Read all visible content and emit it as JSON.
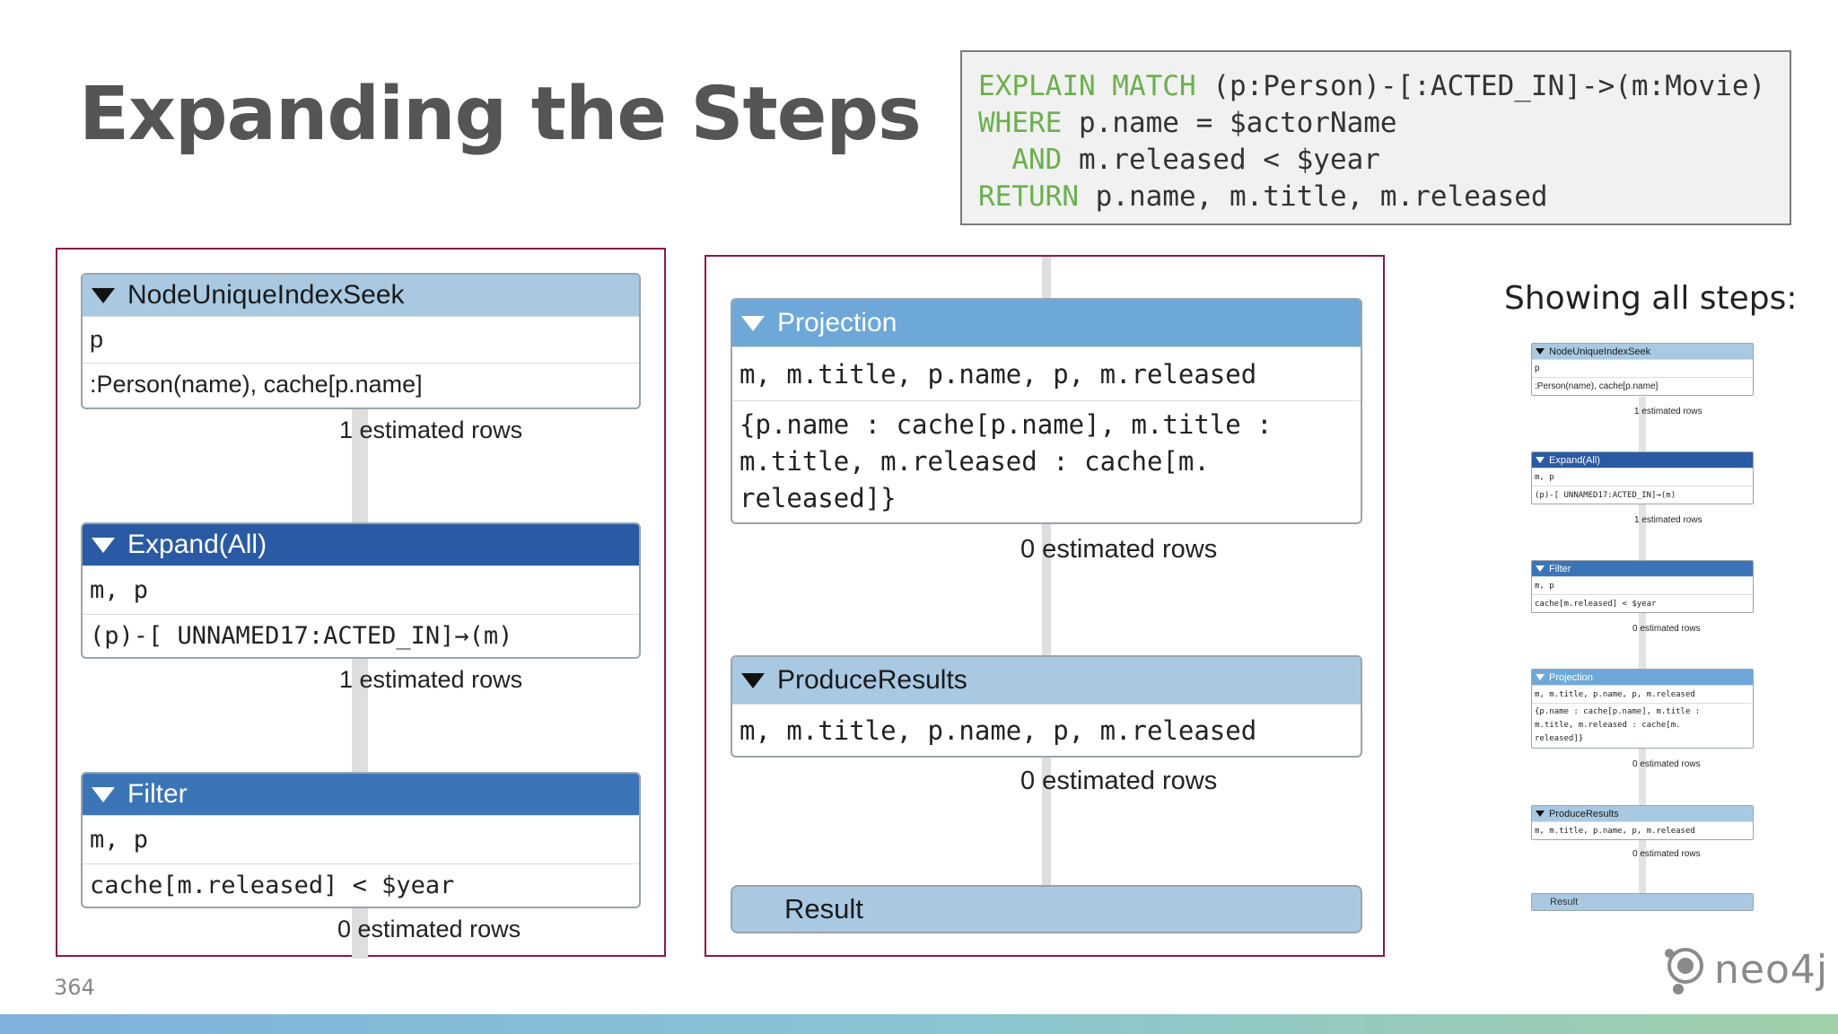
{
  "slide": {
    "title": "Expanding the Steps",
    "page_number": "364",
    "showing_label": "Showing all steps:",
    "logo_text": "neo4j"
  },
  "query": {
    "line1_kw": "EXPLAIN MATCH",
    "line1_rest": " (p:Person)-[:ACTED_IN]->(m:Movie)",
    "line2_kw": "WHERE",
    "line2_rest": " p.name = $actorName",
    "line3_kw": "  AND",
    "line3_rest": " m.released < $year",
    "line4_kw": "RETURN",
    "line4_rest": " p.name, m.title, m.released"
  },
  "left_panel": {
    "nodes": [
      {
        "title": "NodeUniqueIndexSeek",
        "row1": "p",
        "row2": ":Person(name), cache[p.name]",
        "estimate": "1 estimated rows"
      },
      {
        "title": "Expand(All)",
        "row1": "m, p",
        "row2": "(p)-[ UNNAMED17:ACTED_IN]→(m)",
        "estimate": "1 estimated rows"
      },
      {
        "title": "Filter",
        "row1": "m, p",
        "row2": "cache[m.released] < $year",
        "estimate": "0 estimated rows"
      }
    ]
  },
  "middle_panel": {
    "nodes": [
      {
        "title": "Projection",
        "row1": "m, m.title, p.name, p, m.released",
        "row2_line1": "{p.name : cache[p.name], m.title :",
        "row2_line2": "m.title, m.released : cache[m.",
        "row2_line3": "released]}",
        "estimate": "0 estimated rows"
      },
      {
        "title": "ProduceResults",
        "row1": "m, m.title, p.name, p, m.released",
        "estimate": "0 estimated rows"
      },
      {
        "title": "Result"
      }
    ]
  },
  "thumbnail": {
    "nodes": [
      {
        "title": "NodeUniqueIndexSeek",
        "row1": "p",
        "row2": ":Person(name), cache[p.name]",
        "estimate": "1 estimated rows"
      },
      {
        "title": "Expand(All)",
        "row1": "m, p",
        "row2": "(p)-[ UNNAMED17:ACTED_IN]→(m)",
        "estimate": "1 estimated rows"
      },
      {
        "title": "Filter",
        "row1": "m, p",
        "row2": "cache[m.released] < $year",
        "estimate": "0 estimated rows"
      },
      {
        "title": "Projection",
        "row1": "m, m.title, p.name, p, m.released",
        "row2_line1": "{p.name : cache[p.name], m.title :",
        "row2_line2": "m.title, m.released : cache[m.",
        "row2_line3": "released]}",
        "estimate": "0 estimated rows"
      },
      {
        "title": "ProduceResults",
        "row1": "m, m.title, p.name, p, m.released",
        "estimate": "0 estimated rows"
      },
      {
        "title": "Result"
      }
    ]
  },
  "colors": {
    "header_light": "#a9c9e3",
    "header_dark": "#2a5aa3",
    "header_mid": "#3b75b8",
    "header_projection": "#6ea8d8",
    "panel_border": "#8a1a4a",
    "keyword": "#6ab04c"
  }
}
